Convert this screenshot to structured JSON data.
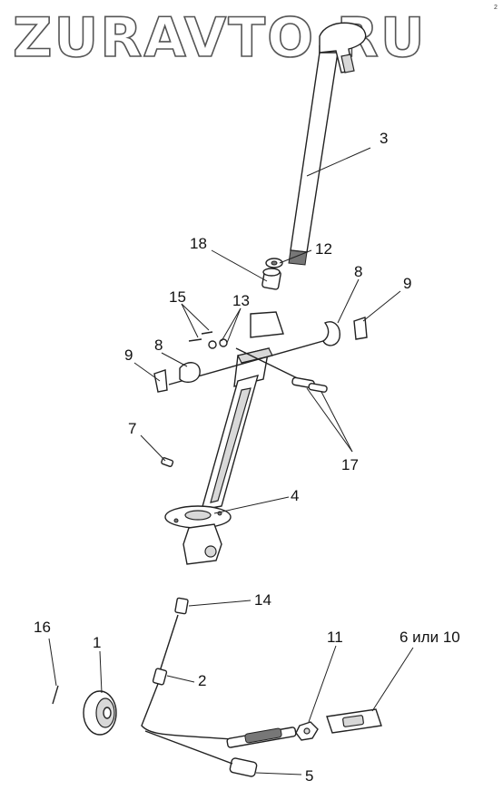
{
  "logo": {
    "text": "ZURAVTO.RU"
  },
  "corner_mark": "2",
  "labels": {
    "p1": "1",
    "p2": "2",
    "p3": "3",
    "p4": "4",
    "p5": "5",
    "p6": "6 или 10",
    "p7": "7",
    "p8a": "8",
    "p8b": "8",
    "p9a": "9",
    "p9b": "9",
    "p11": "11",
    "p12": "12",
    "p13": "13",
    "p14": "14",
    "p15": "15",
    "p16": "16",
    "p17": "17",
    "p18": "18"
  }
}
